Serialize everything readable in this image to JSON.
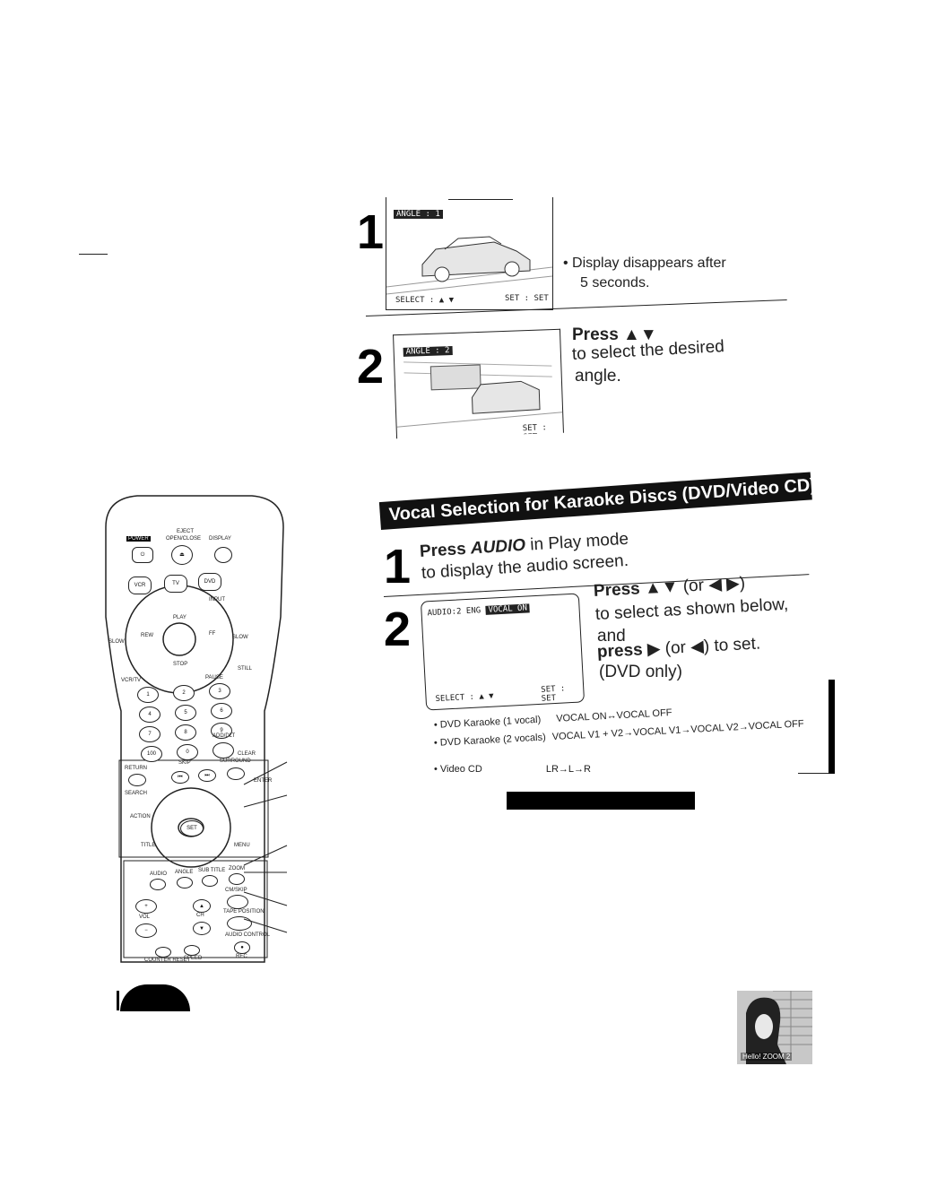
{
  "angle_section": {
    "step1": {
      "number": "1",
      "screen_badge": "ANGLE : 1",
      "screen_select": "SELECT : ▲ ▼",
      "screen_set": "SET : SET",
      "note": "• Display disappears after",
      "note2": "5 seconds."
    },
    "step2": {
      "number": "2",
      "screen_badge": "ANGLE : 2",
      "screen_set": "SET : SET",
      "heading": "Press ▲▼",
      "line1": "to select the desired",
      "line2": "angle."
    }
  },
  "vocal_section": {
    "title": "Vocal Selection for Karaoke Discs (DVD/Video CD)",
    "step1": {
      "number": "1",
      "press": "Press",
      "button": "AUDIO",
      "rest": "in Play mode",
      "line2": "to display the audio screen."
    },
    "step2": {
      "number": "2",
      "screen_text": "AUDIO:2 ENG",
      "screen_badge": "VOCAL ON",
      "screen_select": "SELECT : ▲ ▼",
      "screen_set": "SET : SET",
      "line1_press": "Press ▲▼",
      "line1_rest": "(or ◀ ▶)",
      "line2": "to select as shown below,",
      "line3": "and",
      "line4_press": "press ▶",
      "line4_rest": "(or ◀) to set.",
      "line5": "(DVD only)"
    },
    "options": [
      {
        "label": "• DVD Karaoke (1 vocal)",
        "value": "VOCAL ON↔VOCAL OFF"
      },
      {
        "label": "• DVD Karaoke (2 vocals)",
        "value": "VOCAL V1 + V2→VOCAL V1→VOCAL V2→VOCAL OFF"
      },
      {
        "label": "• Video CD",
        "value": "LR→L→R"
      }
    ]
  },
  "remote": {
    "power": "POWER",
    "eject": "EJECT",
    "open_close": "OPEN/CLOSE",
    "display": "DISPLAY",
    "vcr": "VCR",
    "tv": "TV",
    "dvd": "DVD",
    "input": "INPUT",
    "play": "PLAY",
    "rew": "REW",
    "ff": "FF",
    "slow": "SLOW",
    "stop": "STOP",
    "pause": "PAUSE",
    "still": "STILL",
    "vcr_tv": "VCR/TV",
    "keys": [
      "1",
      "2",
      "3",
      "4",
      "5",
      "6",
      "7",
      "8",
      "9",
      "100",
      "0"
    ],
    "add_dlt": "ADD/DLT",
    "clear": "CLEAR",
    "return": "RETURN",
    "skip": "SKIP",
    "surround": "SURROUND",
    "search": "SEARCH",
    "enter": "ENTER",
    "action": "ACTION",
    "set": "SET",
    "title": "TITLE",
    "menu": "MENU",
    "audio": "AUDIO",
    "angle": "ANGLE",
    "sub_title": "SUB TITLE",
    "zoom": "ZOOM",
    "vol": "VOL",
    "ch": "CH",
    "cm_skip": "CM/SKIP",
    "tape_position": "TAPE POSITION",
    "audio_control": "AUDIO CONTROL",
    "counter_reset": "COUNTER RESET",
    "speed": "SPEED",
    "rec": "REC"
  },
  "zoom_thumb": {
    "caption": "Hello! ZOOM 2"
  }
}
